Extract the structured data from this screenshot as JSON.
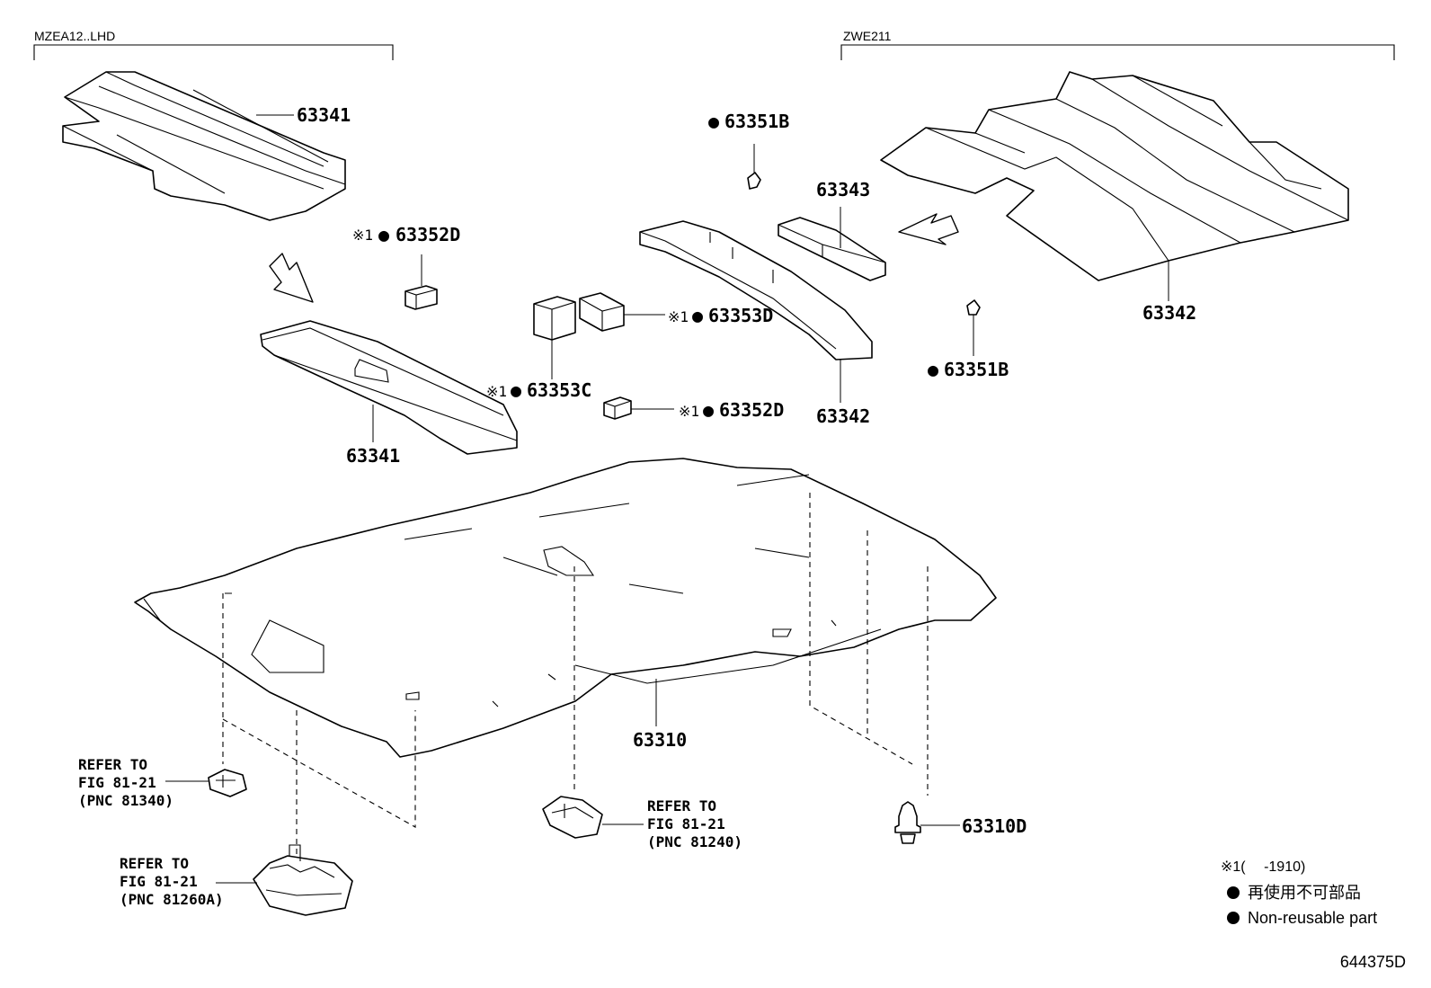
{
  "groups": {
    "left": "MZEA12..LHD",
    "right": "ZWE211"
  },
  "parts": {
    "p63341_top": "63341",
    "p63341_bottom": "63341",
    "p63342_right": "63342",
    "p63342_mid": "63342",
    "p63343": "63343",
    "p63351B_top": "63351B",
    "p63351B_right": "63351B",
    "p63352D_left": "63352D",
    "p63352D_lower": "63352D",
    "p63353D": "63353D",
    "p63353C": "63353C",
    "p63310": "63310",
    "p63310D": "63310D"
  },
  "marks": {
    "footnote": "※1",
    "bullet": "●"
  },
  "refs": {
    "ref1": {
      "line1": "REFER TO",
      "line2": "FIG 81-21",
      "line3": "(PNC 81340)"
    },
    "ref2": {
      "line1": "REFER TO",
      "line2": "FIG 81-21",
      "line3": "(PNC 81260A)"
    },
    "ref3": {
      "line1": "REFER TO",
      "line2": "FIG 81-21",
      "line3": "(PNC 81240)"
    }
  },
  "legend": {
    "footnote": "※1(　 -1910)",
    "jp": "再使用不可部品",
    "en": "Non-reusable part"
  },
  "diagram_id": "644375D"
}
